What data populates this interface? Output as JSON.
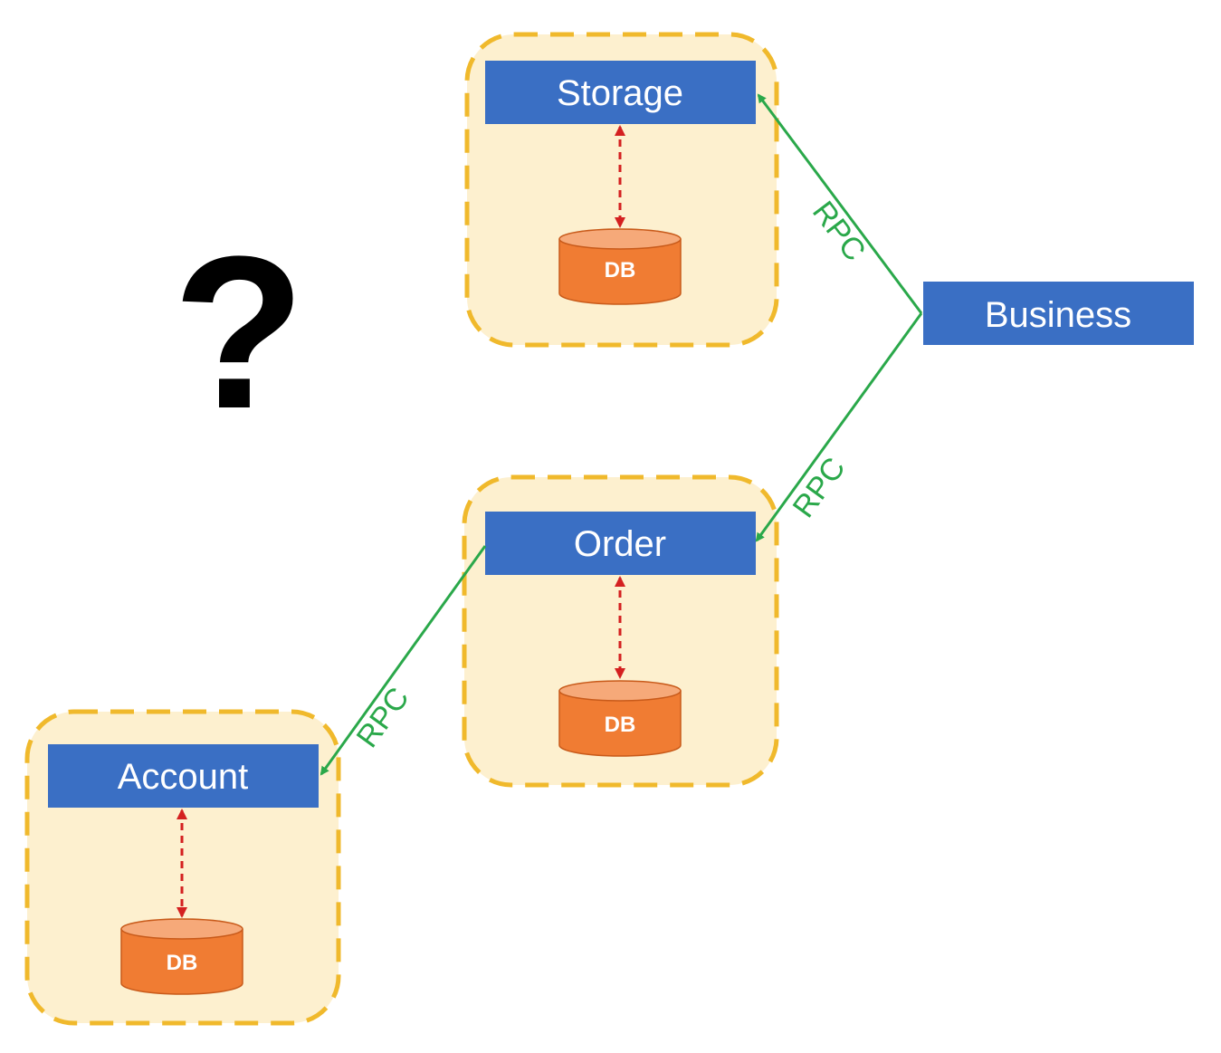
{
  "services": {
    "storage": {
      "label": "Storage",
      "db_label": "DB"
    },
    "order": {
      "label": "Order",
      "db_label": "DB"
    },
    "account": {
      "label": "Account",
      "db_label": "DB"
    },
    "business": {
      "label": "Business"
    }
  },
  "edges": [
    {
      "from": "business",
      "to": "storage",
      "label": "RPC"
    },
    {
      "from": "business",
      "to": "order",
      "label": "RPC"
    },
    {
      "from": "order",
      "to": "account",
      "label": "RPC"
    }
  ],
  "question_mark": "?",
  "colors": {
    "service_fill": "#3a6fc4",
    "group_fill": "#fdf0cf",
    "group_border": "#f0b92c",
    "db_fill": "#f07c33",
    "db_top": "#f6a979",
    "db_link": "#d42020",
    "rpc_link": "#2aa84a"
  }
}
